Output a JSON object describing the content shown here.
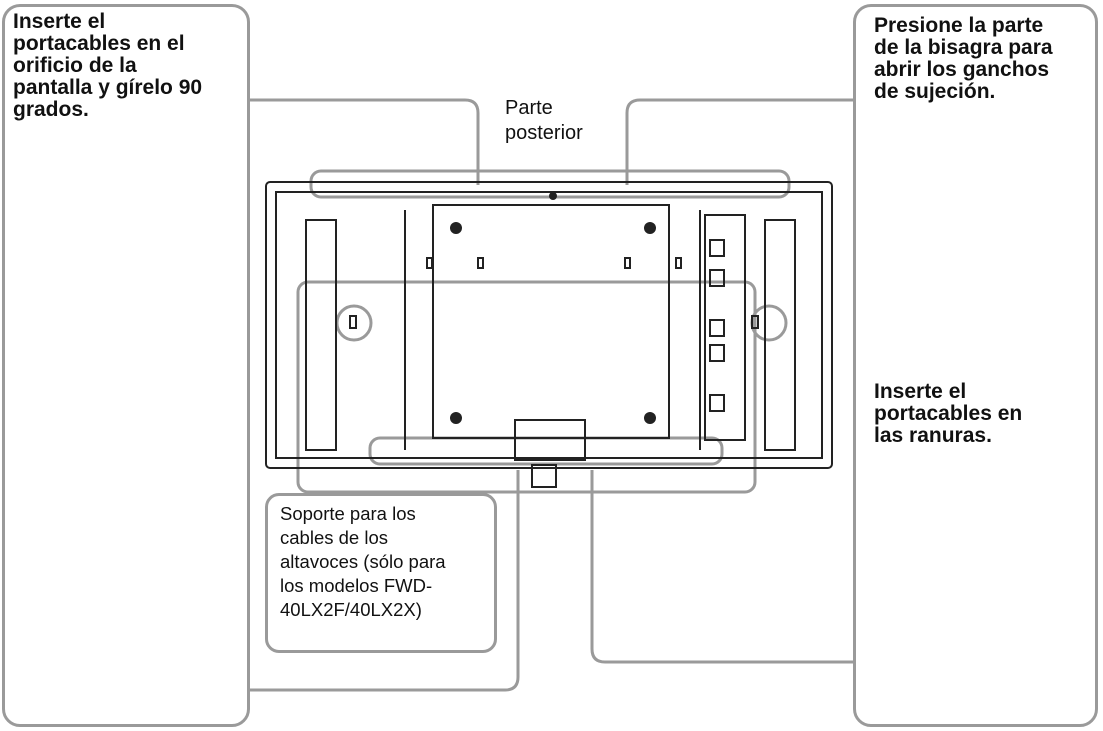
{
  "left_panel": {
    "step1": "Inserte el\nportacables en el\norificio de la\npantalla y gírelo 90\ngrados."
  },
  "right_panel": {
    "step1": "Presione la parte\nde la bisagra para\nabrir los ganchos\nde sujeción.",
    "step2": "Inserte el\nportacables en\nlas ranuras."
  },
  "center": {
    "rear_label": "Parte\nposterior",
    "holder_label": "Soporte para los\ncables de los\naltavoces (sólo para\nlos modelos FWD-\n40LX2F/40LX2X)"
  },
  "colors": {
    "callout_gray": "#9a9a9a",
    "arrow_gray": "#8c8c8c",
    "line_dark": "#222222"
  }
}
